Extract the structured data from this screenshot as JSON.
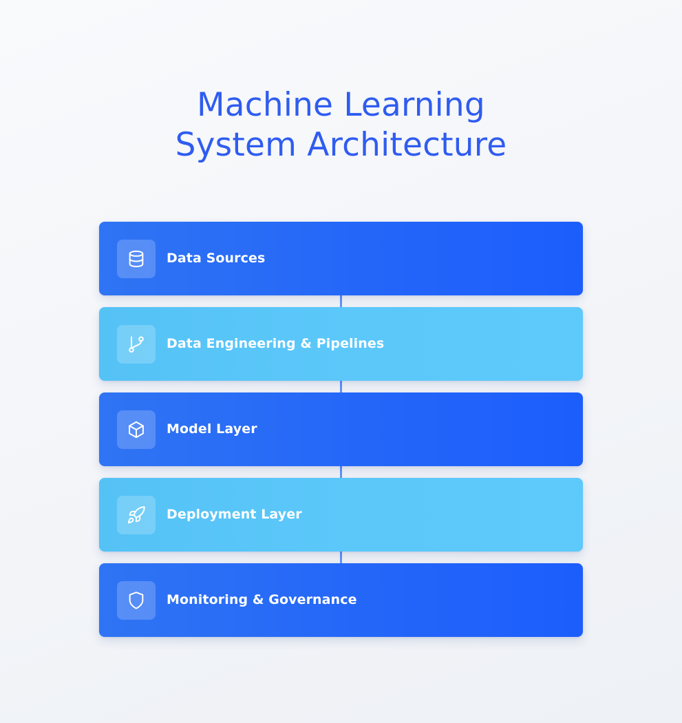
{
  "title": {
    "line1": "Machine Learning",
    "line2": "System Architecture"
  },
  "layers": [
    {
      "label": "Data Sources",
      "icon": "database-icon",
      "style": "dark"
    },
    {
      "label": "Data Engineering & Pipelines",
      "icon": "git-branch-icon",
      "style": "light"
    },
    {
      "label": "Model Layer",
      "icon": "cube-icon",
      "style": "dark"
    },
    {
      "label": "Deployment Layer",
      "icon": "rocket-icon",
      "style": "light"
    },
    {
      "label": "Monitoring & Governance",
      "icon": "shield-icon",
      "style": "dark"
    }
  ],
  "colors": {
    "title": "#2f5cf0",
    "dark_layer": "#2466f8",
    "light_layer": "#5cc8fa",
    "text": "#ffffff",
    "background": "#f4f6f9"
  }
}
